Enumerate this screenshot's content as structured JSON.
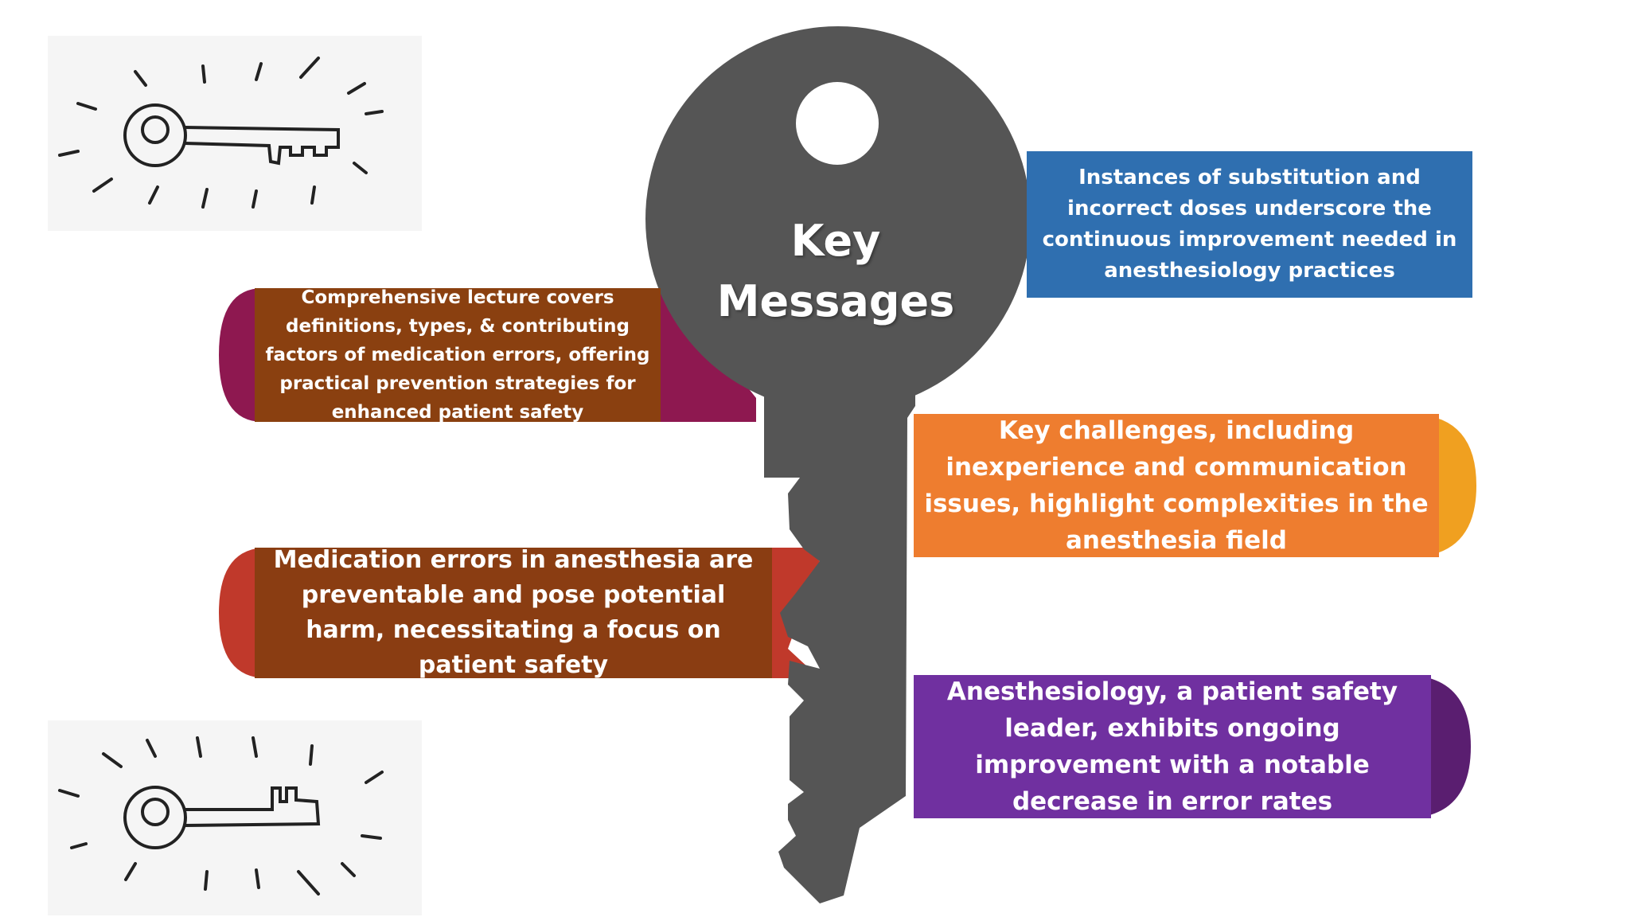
{
  "title": {
    "line1": "Key",
    "line2": "Messages"
  },
  "messages": [
    {
      "text": "Comprehensive lecture covers definitions, types, & contributing factors of medication errors, offering practical prevention strategies for enhanced patient safety",
      "color": "#8a4010",
      "tab_color": "#8e1850"
    },
    {
      "text": "Medication errors in anesthesia are preventable and pose potential harm, necessitating a focus on patient safety",
      "color": "#8a3d12",
      "tab_color": "#c0392b"
    },
    {
      "text": "Instances of substitution and incorrect doses underscore the continuous improvement needed in anesthesiology practices",
      "color": "#2f6fb0",
      "tab_color": "#2f6fb0"
    },
    {
      "text": "Key challenges, including inexperience and communication issues, highlight complexities in the anesthesia field",
      "color": "#ee7d2f",
      "tab_color": "#f0a020"
    },
    {
      "text": "Anesthesiology, a patient safety leader, exhibits ongoing improvement with a notable decrease in error rates",
      "color": "#7030a0",
      "tab_color": "#5a1e70"
    }
  ],
  "key_color": "#555555",
  "icons": [
    "glowing-key-icon",
    "glowing-key-icon"
  ]
}
